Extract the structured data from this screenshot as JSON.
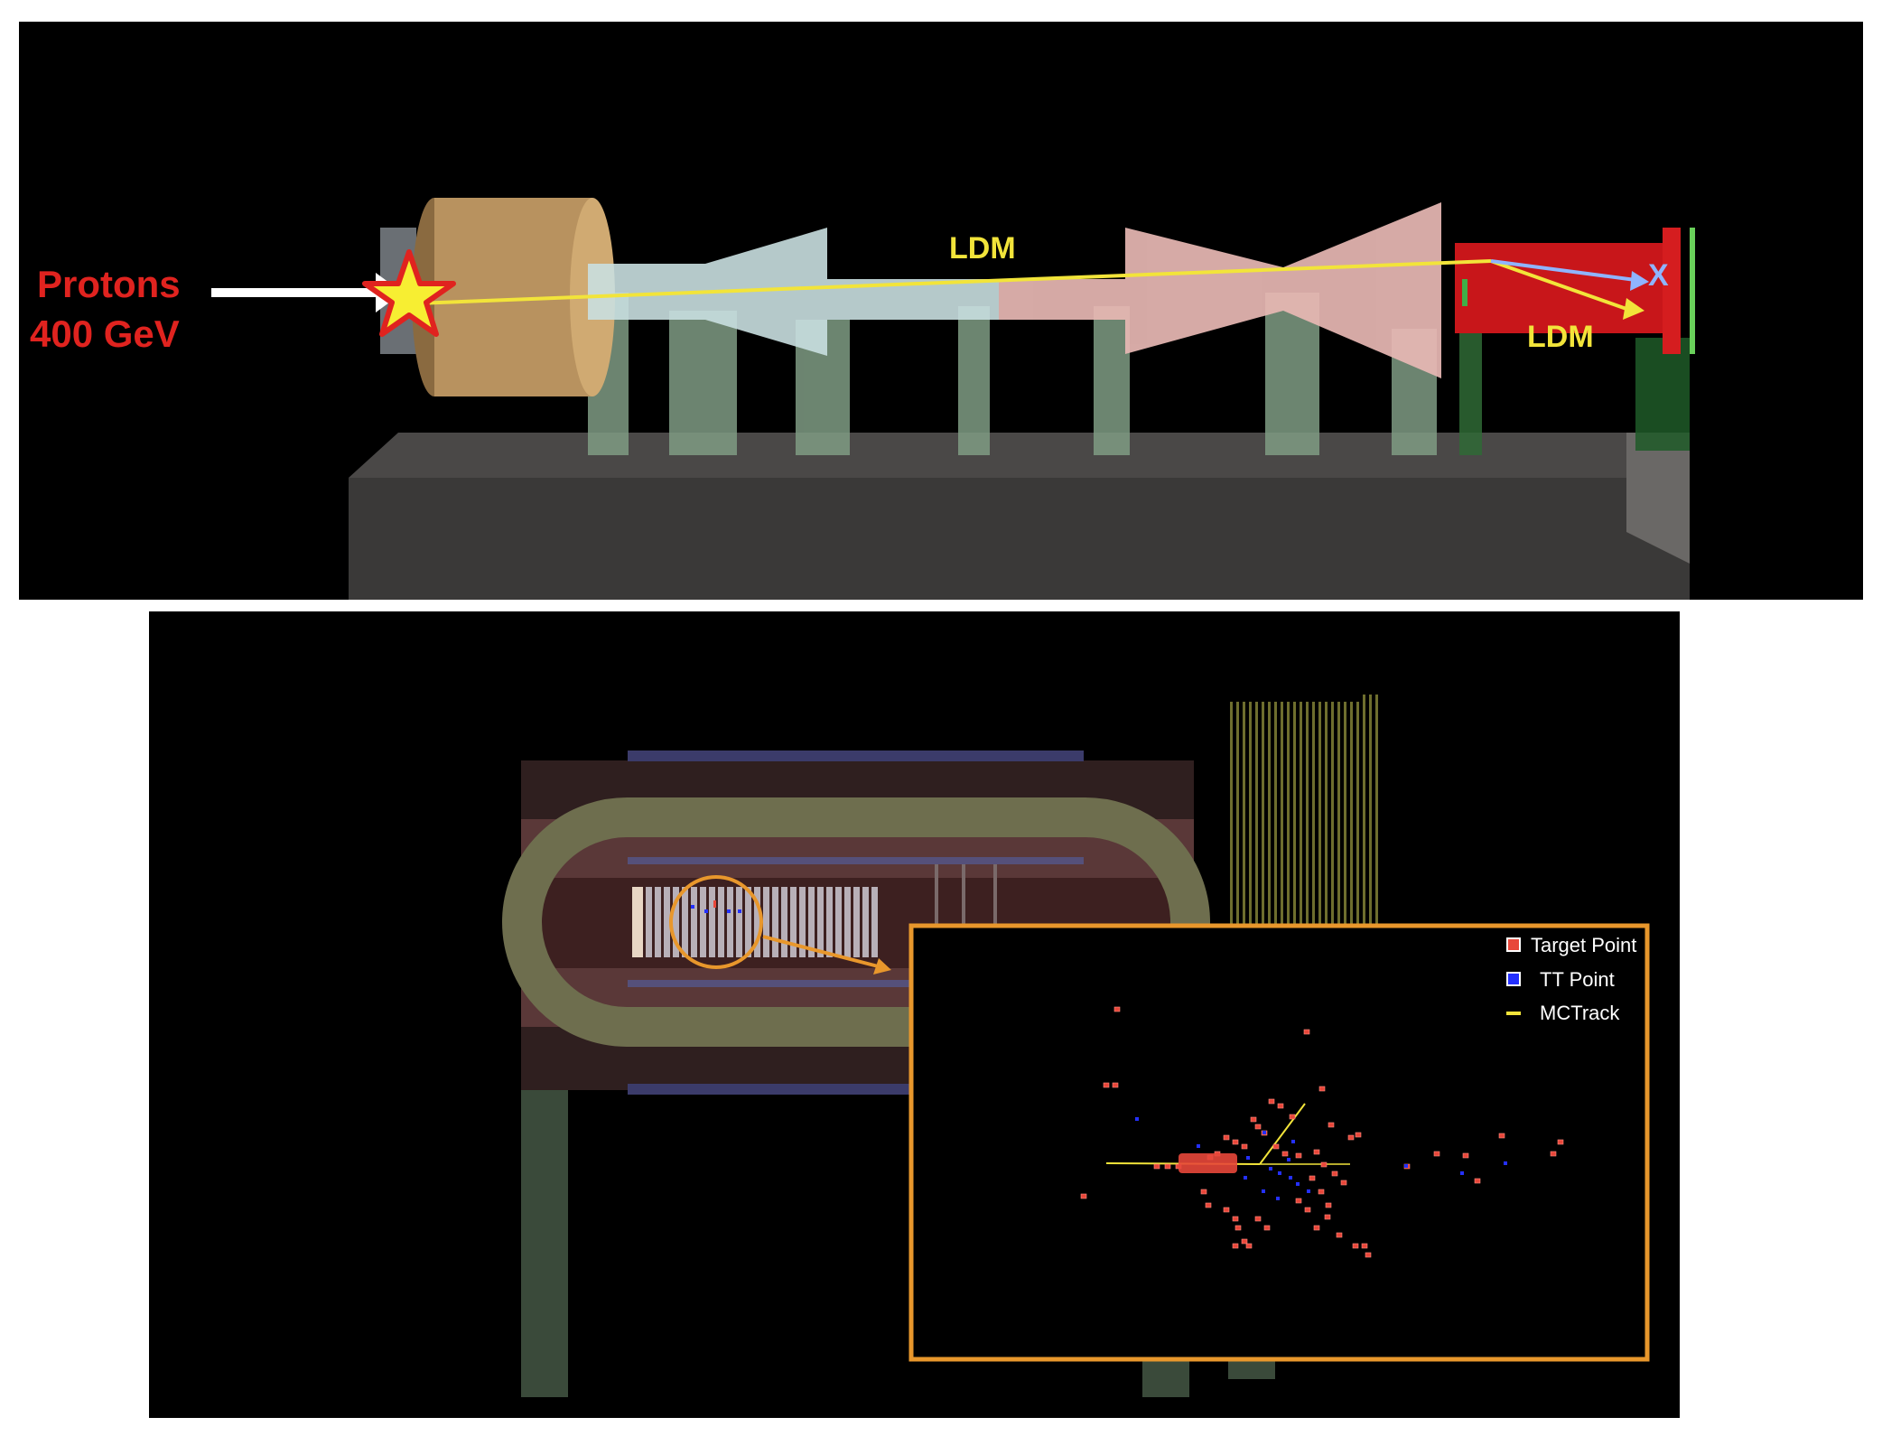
{
  "top_panel": {
    "beam_label_line1": "Protons",
    "beam_label_line2": "400 GeV",
    "track_label_1": "LDM",
    "track_label_2": "LDM",
    "particle_label": "X"
  },
  "inset": {
    "legend": [
      {
        "label": "Target Point",
        "color": "#e8473a",
        "icon": "red-square-marker"
      },
      {
        "label": "TT Point",
        "color": "#2430ff",
        "icon": "blue-square-marker"
      },
      {
        "label": "MCTrack",
        "color": "#f2e43a",
        "icon": "yellow-line-marker"
      }
    ]
  },
  "colors": {
    "background": "#000000",
    "track_yellow": "#f2e43a",
    "callout_orange": "#e8972c",
    "magnet_gold": "#b8925f",
    "magnet_pink": "#e8b8b4",
    "magnet_cyan": "#c9dfe0",
    "detector_red": "#c8161a"
  }
}
